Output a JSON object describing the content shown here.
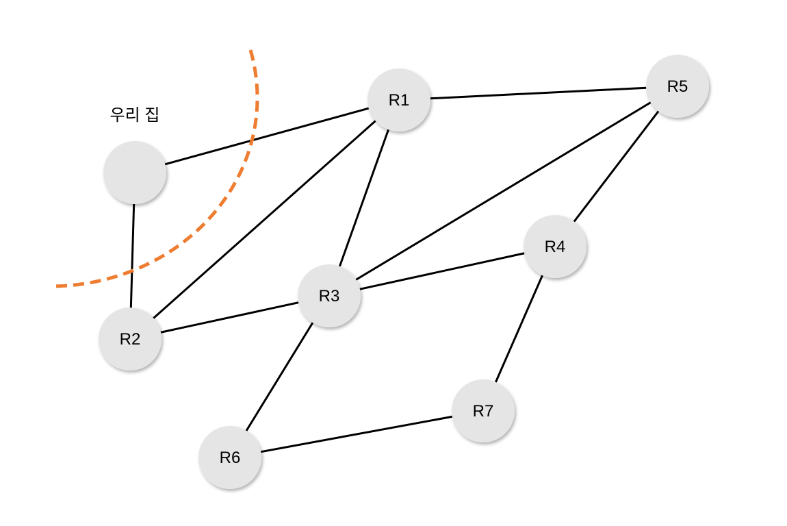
{
  "home_label": "우리 집",
  "colors": {
    "node_fill": "#e5e5e5",
    "edge": "#000000",
    "boundary": "#ee7d31"
  },
  "nodes": [
    {
      "id": "home",
      "label": ""
    },
    {
      "id": "R1",
      "label": "R1"
    },
    {
      "id": "R2",
      "label": "R2"
    },
    {
      "id": "R3",
      "label": "R3"
    },
    {
      "id": "R4",
      "label": "R4"
    },
    {
      "id": "R5",
      "label": "R5"
    },
    {
      "id": "R6",
      "label": "R6"
    },
    {
      "id": "R7",
      "label": "R7"
    }
  ],
  "edges": [
    [
      "home",
      "R1"
    ],
    [
      "home",
      "R2"
    ],
    [
      "R1",
      "R5"
    ],
    [
      "R1",
      "R2"
    ],
    [
      "R1",
      "R3"
    ],
    [
      "R5",
      "R3"
    ],
    [
      "R5",
      "R4"
    ],
    [
      "R2",
      "R3"
    ],
    [
      "R3",
      "R4"
    ],
    [
      "R3",
      "R6"
    ],
    [
      "R4",
      "R7"
    ],
    [
      "R6",
      "R7"
    ]
  ]
}
